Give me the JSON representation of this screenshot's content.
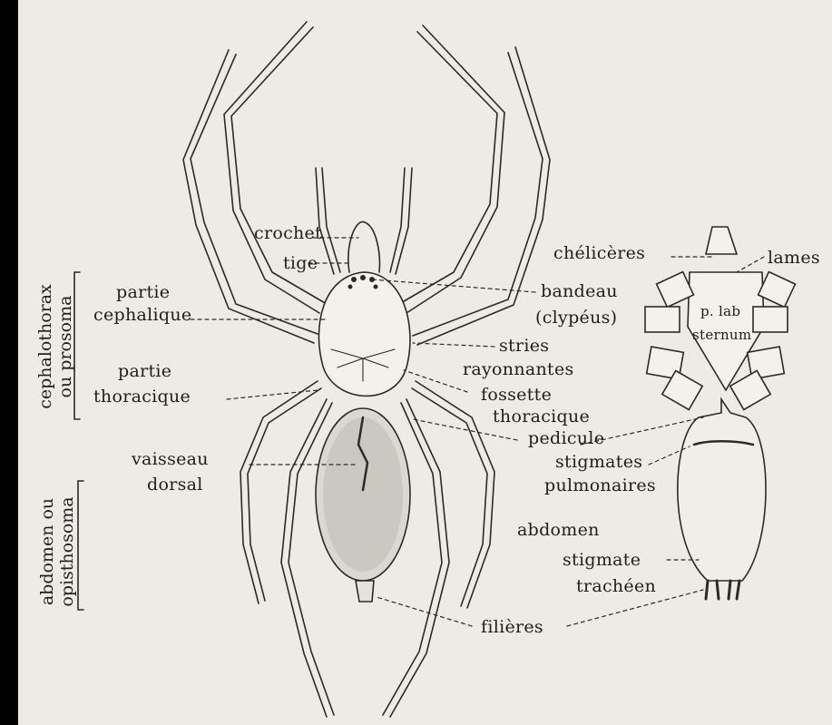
{
  "colors": {
    "paper": "#ecebe6",
    "ink": "#1e1e1e",
    "frame": "#000000"
  },
  "labels": {
    "crochet": "crochet",
    "tige": "tige",
    "partie_cephalique_1": "partie",
    "partie_cephalique_2": "cephalique",
    "partie_thoracique_1": "partie",
    "partie_thoracique_2": "thoracique",
    "vaisseau_1": "vaisseau",
    "vaisseau_2": "dorsal",
    "cheliceres": "chélicères",
    "lames": "lames",
    "bandeau": "bandeau",
    "clypeus": "(clypéus)",
    "stries": "stries",
    "rayonnantes": "rayonnantes",
    "fossette": "fossette",
    "fossette_2": "thoracique",
    "pedicule": "pedicule",
    "stigmates": "stigmates",
    "pulmonaires": "pulmonaires",
    "abdomen": "abdomen",
    "stigmate": "stigmate",
    "tracheen": "trachéen",
    "filieres": "filières",
    "p_lab": "p. lab",
    "sternum": "sternum"
  },
  "side_labels": {
    "cephalothorax_1": "cephalothorax",
    "cephalothorax_2": "ou prosoma",
    "abdomen_1": "abdomen ou",
    "abdomen_2": "opisthosoma"
  }
}
